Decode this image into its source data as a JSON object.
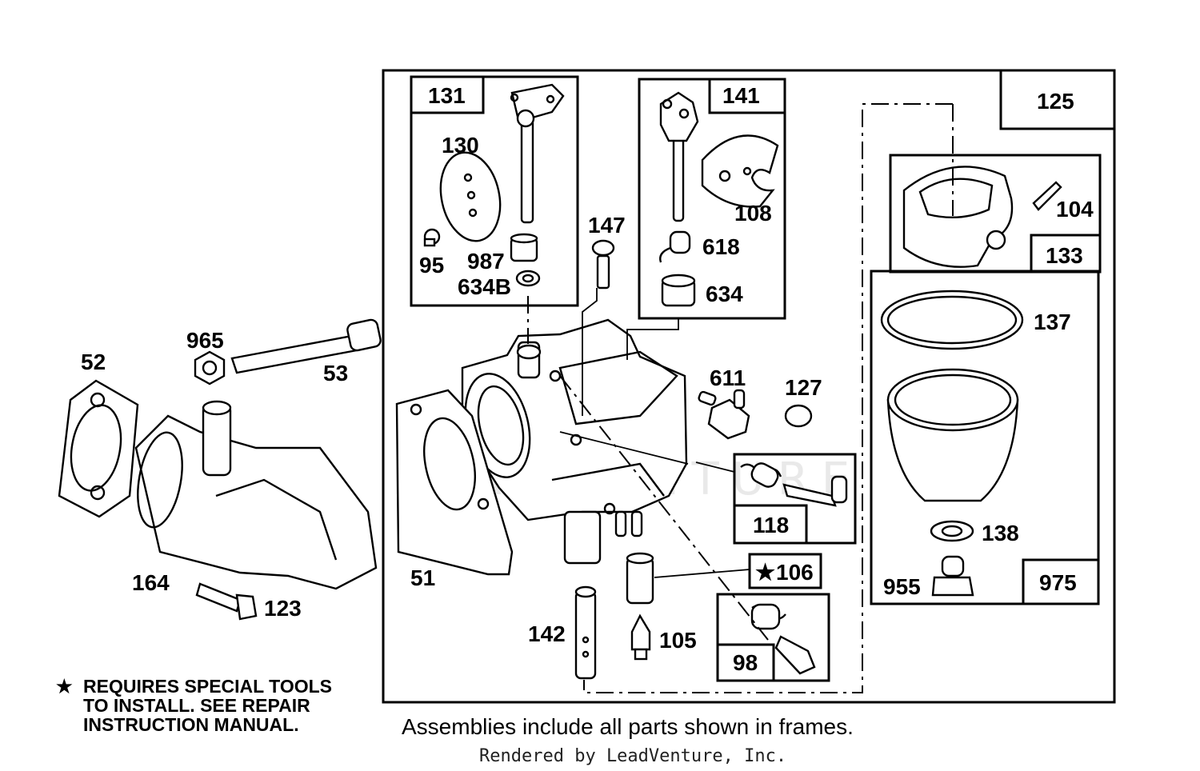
{
  "parts": {
    "p131": "131",
    "p130": "130",
    "p95": "95",
    "p987": "987",
    "p634b": "634B",
    "p141": "141",
    "p108": "108",
    "p618": "618",
    "p634": "634",
    "p147": "147",
    "p125": "125",
    "p104": "104",
    "p133": "133",
    "p137": "137",
    "p138": "138",
    "p955": "955",
    "p975": "975",
    "p611": "611",
    "p127": "127",
    "p118": "118",
    "p106": "106",
    "p98": "98",
    "p105": "105",
    "p142": "142",
    "p51": "51",
    "p965": "965",
    "p53": "53",
    "p52": "52",
    "p164": "164",
    "p123": "123"
  },
  "note": {
    "line1": "REQUIRES SPECIAL TOOLS",
    "line2": "TO INSTALL.  SEE REPAIR",
    "line3": "INSTRUCTION MANUAL."
  },
  "caption": "Assemblies include all parts shown in frames.",
  "rendered_by": "Rendered by LeadVenture, Inc.",
  "watermark": "LEADVENTURE",
  "colors": {
    "ink": "#000000",
    "background": "#ffffff",
    "watermark": "#e9e9e9"
  }
}
